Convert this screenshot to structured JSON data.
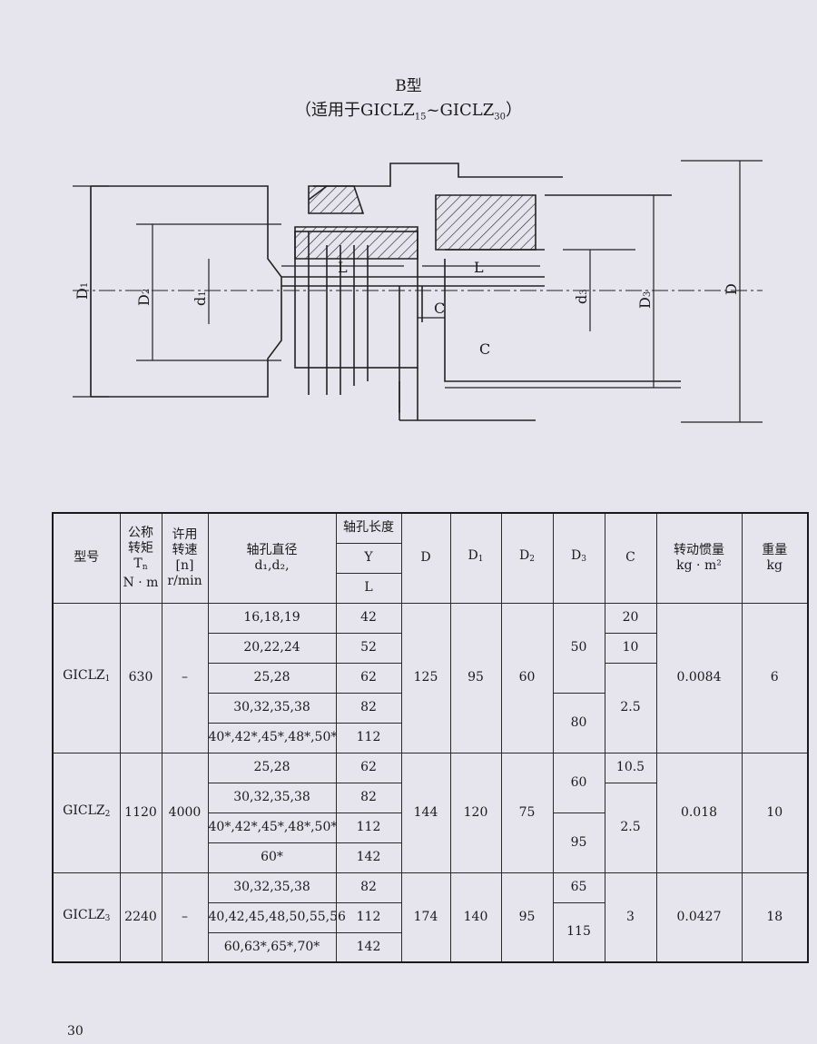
{
  "title": {
    "type_label": "B型",
    "applicable_prefix": "（适用于GICLZ",
    "applicable_sub1": "15",
    "applicable_mid": "~GICLZ",
    "applicable_sub2": "30",
    "applicable_suffix": "）"
  },
  "drawing": {
    "labels": {
      "D1": "D",
      "D1_sub": "1",
      "D2": "D",
      "D2_sub": "2",
      "d1": "d",
      "d1_sub": "1",
      "L_left": "L",
      "L_right": "L",
      "C_small": "C",
      "C_big": "C",
      "d3": "d",
      "d3_sub": "3",
      "D3": "D",
      "D3_sub": "3",
      "D": "D"
    }
  },
  "table": {
    "headers": {
      "model": "型号",
      "torque": "公称\n转矩",
      "torque_sym": "T",
      "torque_sym_sub": "n",
      "torque_unit": "N · m",
      "speed": "许用\n转速",
      "speed_sym": "[n]",
      "speed_unit": "r/min",
      "bore_dia": "轴孔直径",
      "bore_dia_sym": "d₁,d₂,",
      "bore_len": "轴孔长度",
      "Y": "Y",
      "L": "L",
      "D": "D",
      "D1": "D",
      "D1_sub": "1",
      "D2": "D",
      "D2_sub": "2",
      "D3": "D",
      "D3_sub": "3",
      "C": "C",
      "inertia": "转动惯量",
      "inertia_unit": "kg · m²",
      "weight": "重量",
      "weight_unit": "kg"
    },
    "groups": [
      {
        "model": "GICLZ",
        "model_sub": "1",
        "torque": "630",
        "speed": "–",
        "D": "125",
        "D1": "95",
        "D2": "60",
        "inertia": "0.0084",
        "weight": "6",
        "rows": [
          {
            "bore": "16,18,19",
            "len": "42"
          },
          {
            "bore": "20,22,24",
            "len": "52"
          },
          {
            "bore": "25,28",
            "len": "62"
          },
          {
            "bore": "30,32,35,38",
            "len": "82"
          },
          {
            "bore": "40*,42*,45*,48*,50*",
            "len": "112"
          }
        ],
        "D3": [
          "50",
          "80"
        ],
        "C": [
          "20",
          "10",
          "2.5"
        ]
      },
      {
        "model": "GICLZ",
        "model_sub": "2",
        "torque": "1120",
        "speed": "4000",
        "D": "144",
        "D1": "120",
        "D2": "75",
        "inertia": "0.018",
        "weight": "10",
        "rows": [
          {
            "bore": "25,28",
            "len": "62"
          },
          {
            "bore": "30,32,35,38",
            "len": "82"
          },
          {
            "bore": "40*,42*,45*,48*,50*",
            "len": "112"
          },
          {
            "bore": "60*",
            "len": "142"
          }
        ],
        "D3": [
          "60",
          "95"
        ],
        "C": [
          "10.5",
          "2.5"
        ]
      },
      {
        "model": "GICLZ",
        "model_sub": "3",
        "torque": "2240",
        "speed": "–",
        "D": "174",
        "D1": "140",
        "D2": "95",
        "inertia": "0.0427",
        "weight": "18",
        "rows": [
          {
            "bore": "30,32,35,38",
            "len": "82"
          },
          {
            "bore": "40,42,45,48,50,55,56",
            "len": "112"
          },
          {
            "bore": "60,63*,65*,70*",
            "len": "142"
          }
        ],
        "D3": [
          "65",
          "115"
        ],
        "C": [
          "3"
        ]
      }
    ]
  },
  "page_number": "30"
}
